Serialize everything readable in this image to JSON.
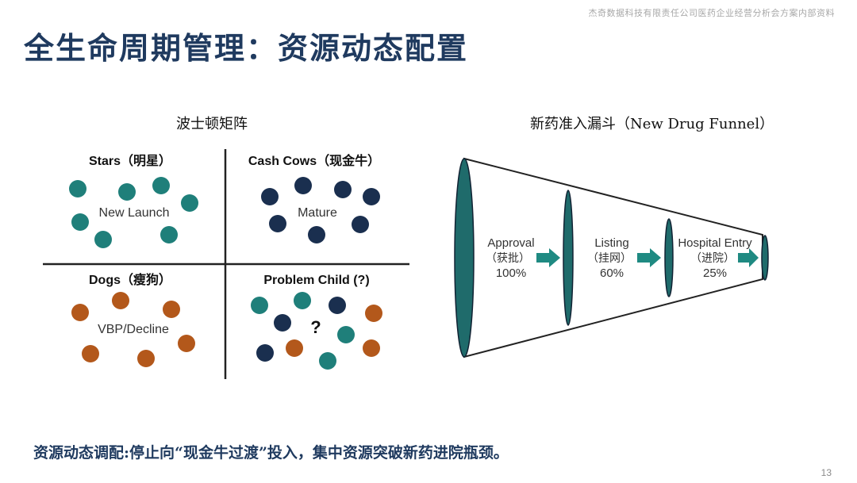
{
  "header_note": "杰奇数据科技有限责任公司医药企业经营分析会方案内部资料",
  "title": "全生命周期管理：资源动态配置",
  "bcg_matrix": {
    "title": "波士顿矩阵",
    "quadrants": [
      {
        "heading": "Stars（明星）",
        "label": "New Launch",
        "dot_color": "#1f7f7a"
      },
      {
        "heading": "Cash Cows（现金牛）",
        "label": "Mature",
        "dot_color": "#1a2f4f"
      },
      {
        "heading": "Dogs（瘦狗）",
        "label": "VBP/Decline",
        "dot_color": "#b3581b"
      },
      {
        "heading": "Problem Child (?)",
        "label": "?",
        "dot_color": "mixed"
      }
    ]
  },
  "funnel": {
    "title": "新药准入漏斗（New Drug Funnel）",
    "stages": [
      {
        "name": "Approval",
        "name_cn": "（获批）",
        "percent": "100%"
      },
      {
        "name": "Listing",
        "name_cn": "（挂网）",
        "percent": "60%"
      },
      {
        "name": "Hospital Entry",
        "name_cn": "（进院）",
        "percent": "25%"
      }
    ],
    "color": "#1f6b6b"
  },
  "footer_note": "资源动态调配:停止向“现金牛过渡”投入，集中资源突破新药进院瓶颈。",
  "page_number": "13"
}
